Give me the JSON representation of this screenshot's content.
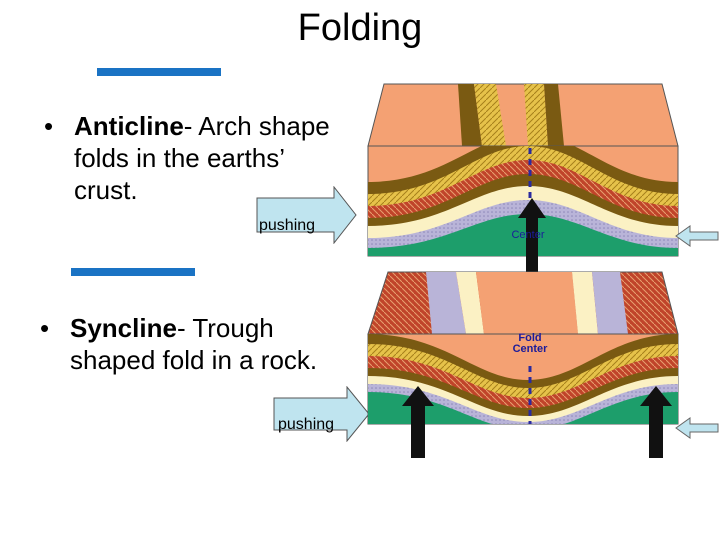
{
  "title": "Folding",
  "anticline": {
    "term": "Anticline",
    "rest": "- Arch shape folds in the earths’ crust.",
    "line1_rest": "- Arch shape",
    "line2": "folds in the earths’",
    "line3": "crust.",
    "push_label": "pushing",
    "fold_label": "Center"
  },
  "syncline": {
    "term": "Syncline",
    "line1_rest": "- Trough",
    "line2": "shaped fold in a rock.",
    "push_label": "pushing",
    "fold_label_1": "Fold",
    "fold_label_2": "Center"
  },
  "bullet": "•",
  "colors": {
    "accent_bar": "#1a73c4",
    "arrow_fill": "#bfe4ef",
    "top_layer": "#f4a173",
    "dark_layer": "#7a5a12",
    "yellow_hatch": "#e6c24a",
    "red_hatch": "#c0442a",
    "lavender": "#b9b4d8",
    "cream": "#fbf1c4",
    "green": "#1d9e6b",
    "dashed_axis": "#2a2a9e"
  }
}
